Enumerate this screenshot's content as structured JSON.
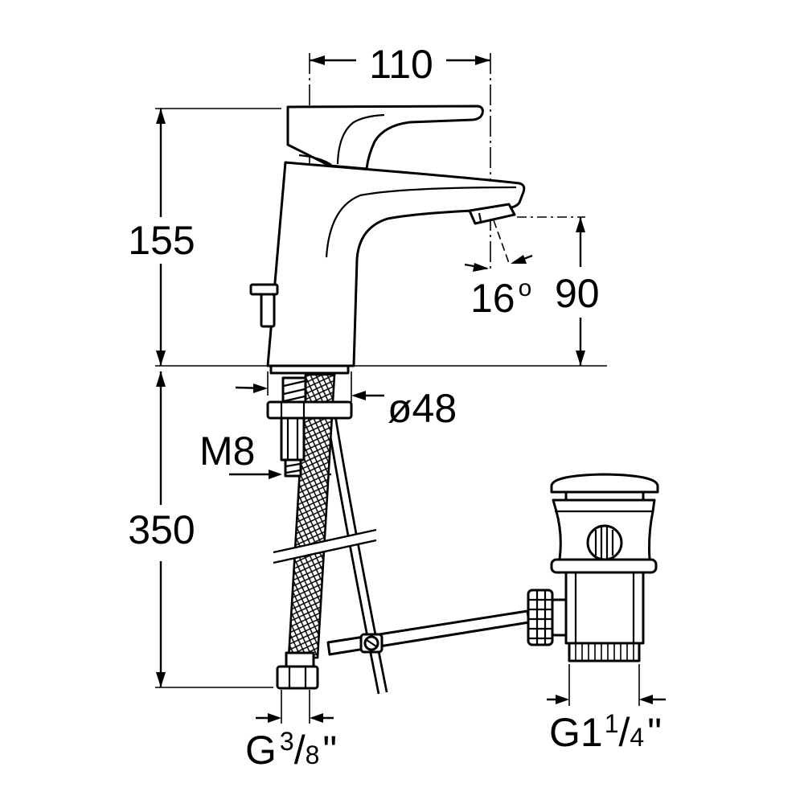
{
  "labels": {
    "width": "110",
    "total_height": "155",
    "angle_value": "16",
    "angle_mark": "o",
    "spout_height": "90",
    "diameter": "ø48",
    "stud_thread": "M8",
    "hose_length": "350",
    "hose_thread": {
      "prefix": "G",
      "numerator": "3",
      "slash": "/",
      "denominator": "8",
      "suffix": "\""
    },
    "waste_thread": {
      "prefix": "G1",
      "numerator": "1",
      "slash": "/",
      "denominator": "4",
      "suffix": "\""
    }
  }
}
